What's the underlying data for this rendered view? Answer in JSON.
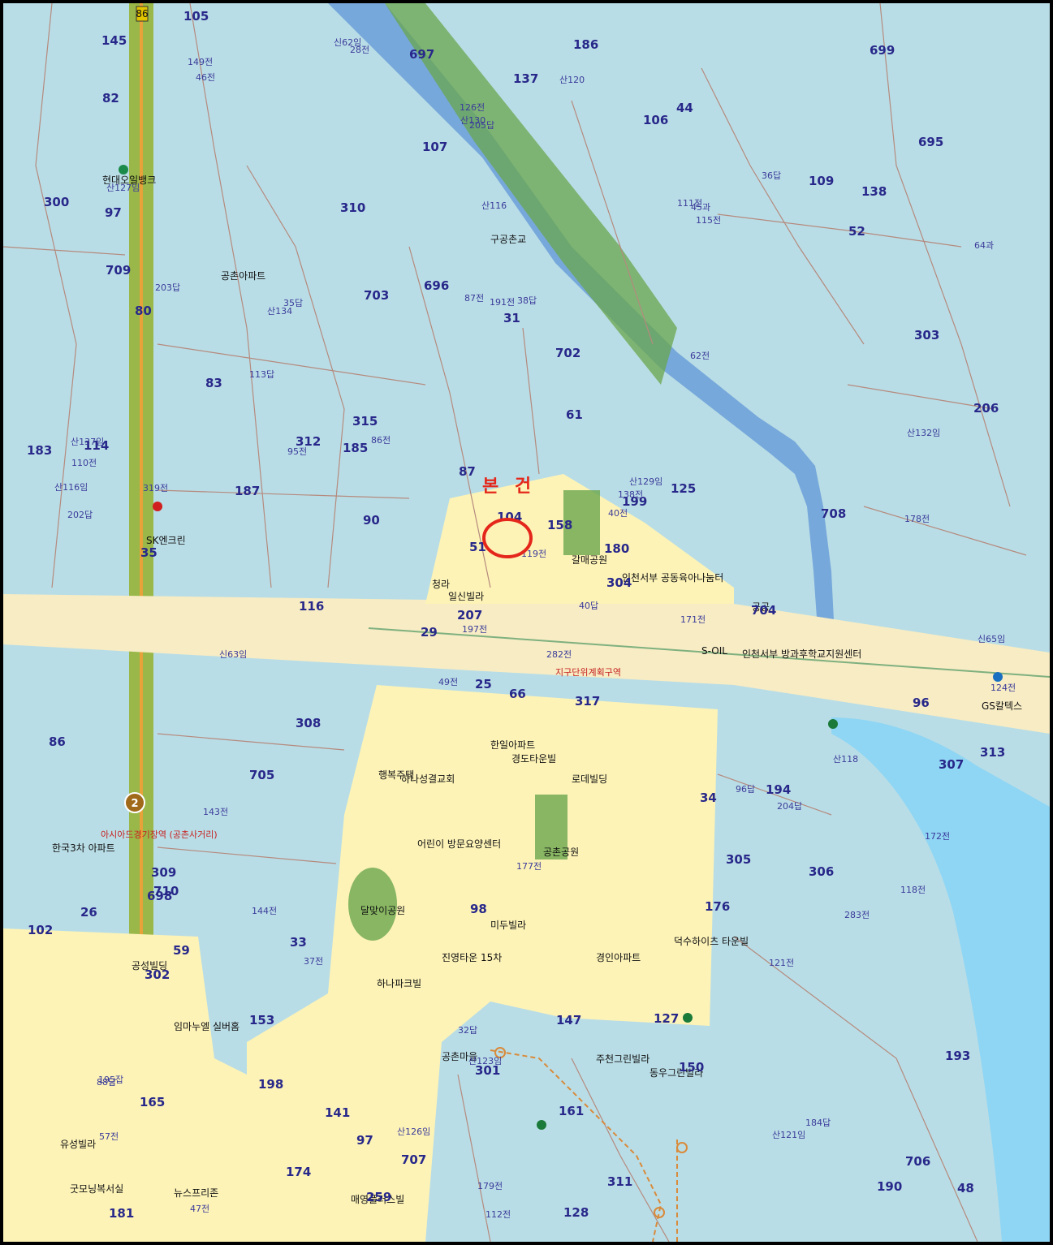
{
  "annotation": {
    "label": "본 건",
    "color": "#e4271a"
  },
  "colors": {
    "land": "#b9dde6",
    "water": "#8fd6f4",
    "urban": "#fdf3b7",
    "road": "#f7ecc4",
    "river": "#6a9fd8",
    "park": "#6aa64c",
    "highway": "#9ab84a",
    "parcel_line": "#b58a7e",
    "zone_text": "#c62020"
  },
  "route_shield": "86",
  "station_marker": "2",
  "places": {
    "hyundai_oilbank": "현대오일뱅크",
    "sk_engineering": "SK엔크린",
    "gongchon_apt": "공촌아파트",
    "gugongchon": "구공촌교",
    "galmae_park": "갈매공원",
    "ilsin_villa": "일신빌라",
    "cheongra": "청라",
    "incheon_seobu_center": "인천서부 공동육아나눔터",
    "s_oil": "S-OIL",
    "incheon_seobu_bangwa": "인천서부 방과후학교지원센터",
    "gongsol": "공공",
    "gs_caltex": "GS칼텍스",
    "asiad_station": "아시아드경기장역 (공촌사거리)",
    "hanguk_apt": "한국3차 아파트",
    "haengbok_church": "행복주택",
    "hana_church": "하나성결교회",
    "eorin_center": "어린이 방문요양센터",
    "gyeongdo_apt": "경도타운빌",
    "rode_building": "로데빌딩",
    "gongchon_park": "공촌공원",
    "dalmaji_park": "달맞이공원",
    "midu_villa": "미두빌라",
    "hanil_apt": "한일아파트",
    "deoksu_heights": "덕수하이츠 타운빌",
    "gyeongin_apt": "경인아파트",
    "ju_cheon_villa": "주천그린빌라",
    "dongu_villa": "동우그린빌라",
    "gongchon_maeul": "공촌마을",
    "gongsung_building": "공성빌딩",
    "imdaejeong": "임마누엘 실버홈",
    "yesu_villa": "유성빌라",
    "nyuseu": "뉴스프리존",
    "maeyeong_villa": "매영플러스빌",
    "gupo_villa": "굿모닝복서실",
    "hana_park": "하나파크빌",
    "jinyeong_town": "진영타운 15차",
    "gyeongseo_jigu": "지구단위계획구역"
  },
  "lots": [
    "66",
    "80",
    "197전",
    "195잡",
    "40전",
    "37전",
    "44",
    "38답",
    "45과",
    "40답",
    "46전",
    "48",
    "35",
    "64과",
    "49전",
    "62전",
    "47전",
    "87전",
    "61",
    "59",
    "86전",
    "57전",
    "198",
    "191전",
    "199",
    "204답",
    "203답",
    "205답",
    "202답",
    "34",
    "206",
    "207",
    "32답",
    "51",
    "35답",
    "36답",
    "33",
    "190",
    "193",
    "194",
    "186",
    "185",
    "187",
    "176",
    "174",
    "183",
    "180",
    "181",
    "301",
    "304",
    "302",
    "303",
    "300",
    "305",
    "150",
    "153",
    "149전",
    "145",
    "147",
    "138",
    "137",
    "116",
    "114",
    "113답",
    "109",
    "105",
    "106",
    "107",
    "104",
    "102",
    "98",
    "97",
    "96답",
    "95전",
    "88답",
    "82",
    "83",
    "86",
    "87",
    "161",
    "158",
    "165",
    "171전",
    "172전",
    "179전",
    "178전",
    "177전",
    "184답",
    "128",
    "127",
    "126전",
    "124전",
    "125",
    "121전",
    "119전",
    "118전",
    "110전",
    "112전",
    "111전",
    "115전",
    "신63임",
    "신62임",
    "신65임",
    "산116임",
    "143전",
    "144전",
    "141",
    "138전",
    "52",
    "90",
    "96",
    "97",
    "31",
    "29",
    "28전",
    "26",
    "25",
    "695",
    "696",
    "697",
    "698",
    "699",
    "702",
    "703",
    "704",
    "705",
    "706",
    "707",
    "708",
    "709",
    "710",
    "311",
    "312",
    "310",
    "307",
    "306",
    "308",
    "309",
    "313",
    "315",
    "317",
    "319전",
    "283전",
    "282전",
    "산129임",
    "산127임",
    "산126임",
    "산121임",
    "산123임",
    "산130",
    "산132임",
    "산134",
    "산137임",
    "259",
    "산118",
    "산120",
    "산116"
  ]
}
